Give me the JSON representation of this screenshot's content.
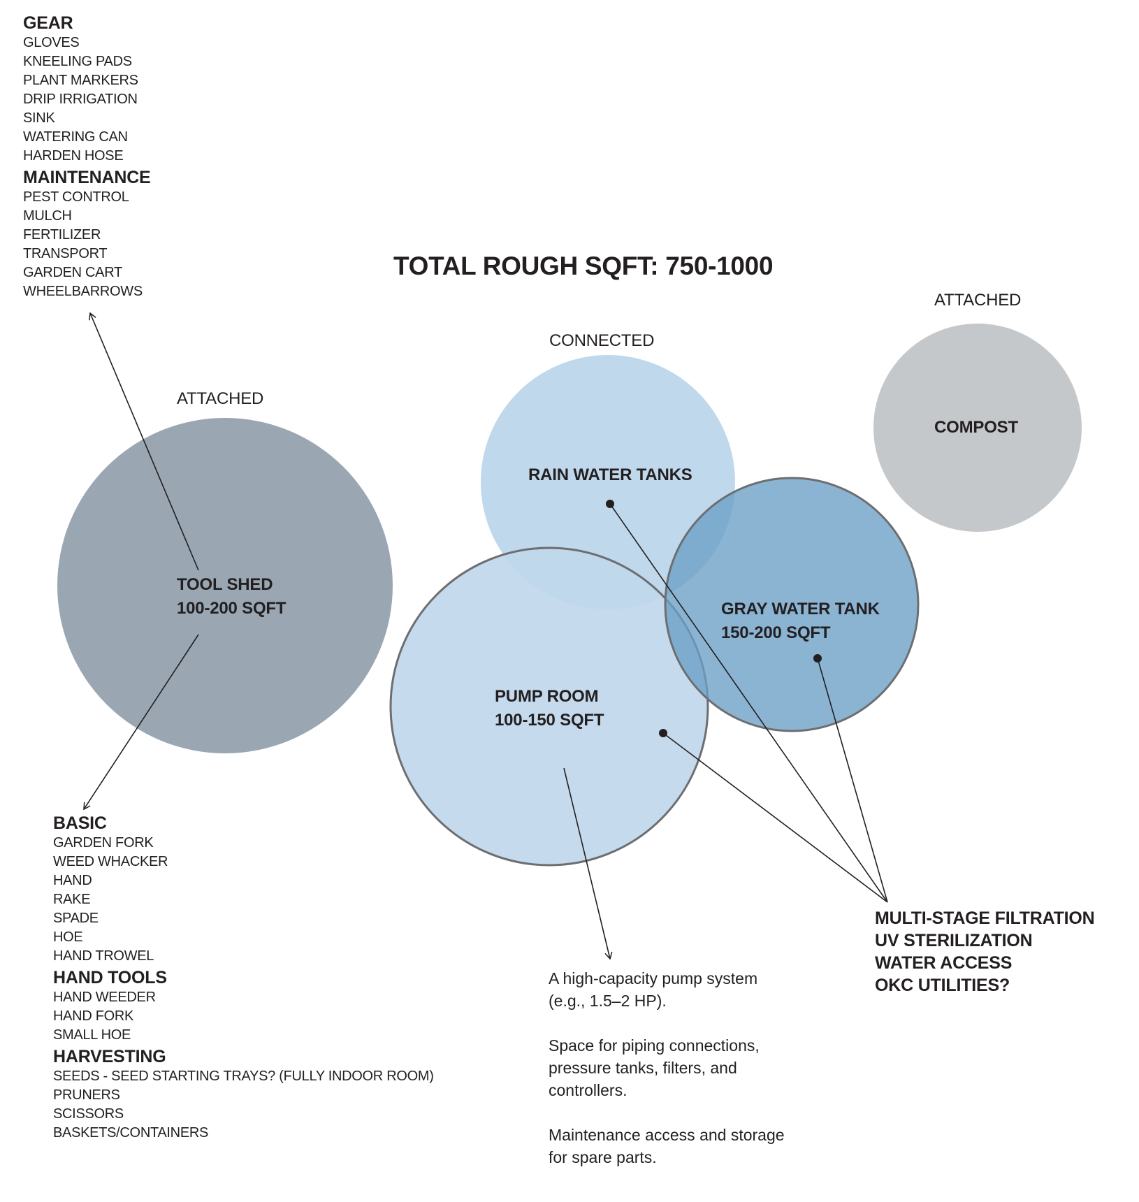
{
  "title": "TOTAL ROUGH SQFT: 750-1000",
  "relations": {
    "tool_shed": "ATTACHED",
    "rain_water": "CONNECTED",
    "compost": "ATTACHED"
  },
  "spaces": {
    "tool_shed": {
      "name": "TOOL SHED",
      "area": "100-200 SQFT"
    },
    "rain_water_tanks": {
      "name": "RAIN WATER TANKS"
    },
    "gray_water_tank": {
      "name": "GRAY WATER TANK",
      "area": "150-200 SQFT"
    },
    "pump_room": {
      "name": "PUMP ROOM",
      "area": "100-150 SQFT"
    },
    "compost": {
      "name": "COMPOST"
    }
  },
  "tool_lists": {
    "upper": [
      {
        "heading": "GEAR",
        "items": [
          "GLOVES",
          "KNEELING PADS",
          "PLANT MARKERS",
          "DRIP IRRIGATION",
          "SINK",
          "WATERING CAN",
          "HARDEN HOSE"
        ]
      },
      {
        "heading": "MAINTENANCE",
        "items": [
          "PEST CONTROL",
          "MULCH",
          "FERTILIZER",
          "TRANSPORT",
          "GARDEN CART",
          "WHEELBARROWS"
        ]
      }
    ],
    "lower": [
      {
        "heading": "BASIC",
        "items": [
          "GARDEN FORK",
          "WEED WHACKER",
          "HAND",
          "RAKE",
          "SPADE",
          "HOE",
          "HAND TROWEL"
        ]
      },
      {
        "heading": "HAND TOOLS",
        "items": [
          "HAND WEEDER",
          "HAND FORK",
          "SMALL HOE"
        ]
      },
      {
        "heading": "HARVESTING",
        "items": [
          "SEEDS - SEED STARTING TRAYS? (FULLY INDOOR ROOM)",
          "PRUNERS",
          "SCISSORS",
          "BASKETS/CONTAINERS"
        ]
      }
    ]
  },
  "pump_notes": [
    "A high-capacity pump system (e.g., 1.5–2 HP).",
    "Space for piping connections, pressure tanks, filters, and controllers.",
    "Maintenance access and storage for spare parts."
  ],
  "pump_notes_lines": [
    [
      "A high-capacity pump system",
      "(e.g., 1.5–2 HP)."
    ],
    [
      "Space for piping connections,",
      "pressure tanks, filters, and",
      "controllers."
    ],
    [
      "Maintenance access and storage",
      "for spare parts."
    ]
  ],
  "filtration": [
    "MULTI-STAGE FILTRATION",
    "UV STERILIZATION",
    "WATER ACCESS",
    "OKC UTILITIES?"
  ],
  "colors": {
    "tool_shed": "#9aa7b3",
    "rain_water": "#c0d8ec",
    "pump_room": "#c0d8ec",
    "gray_water": "#7eaccd",
    "compost": "#c5c8cb",
    "outline": "#6d6e71",
    "text": "#231f20"
  }
}
